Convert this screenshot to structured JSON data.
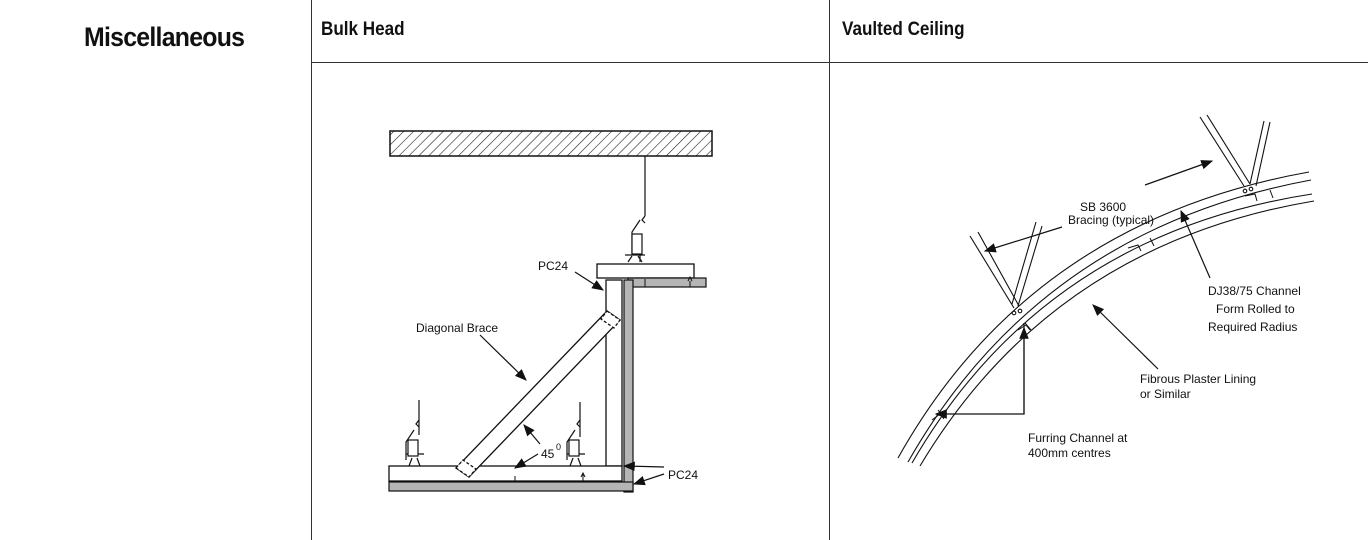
{
  "section": {
    "title": "Miscellaneous"
  },
  "columns": [
    {
      "heading": "Bulk Head"
    },
    {
      "heading": "Vaulted Ceiling"
    }
  ],
  "bulkhead": {
    "labels": {
      "pc24_top": "PC24",
      "diagonal_brace": "Diagonal Brace",
      "angle": "45",
      "angle_unit": "0",
      "pc24_bottom": "PC24"
    }
  },
  "vaulted": {
    "labels": {
      "sb_line1": "SB 3600",
      "sb_line2": "Bracing (typical)",
      "dj_line1": "DJ38/75 Channel",
      "dj_line2": "Form Rolled to",
      "dj_line3": "Required Radius",
      "fp_line1": "Fibrous Plaster Lining",
      "fp_line2": "or Similar",
      "fc_line1": "Furring Channel at",
      "fc_line2": "400mm centres"
    }
  }
}
